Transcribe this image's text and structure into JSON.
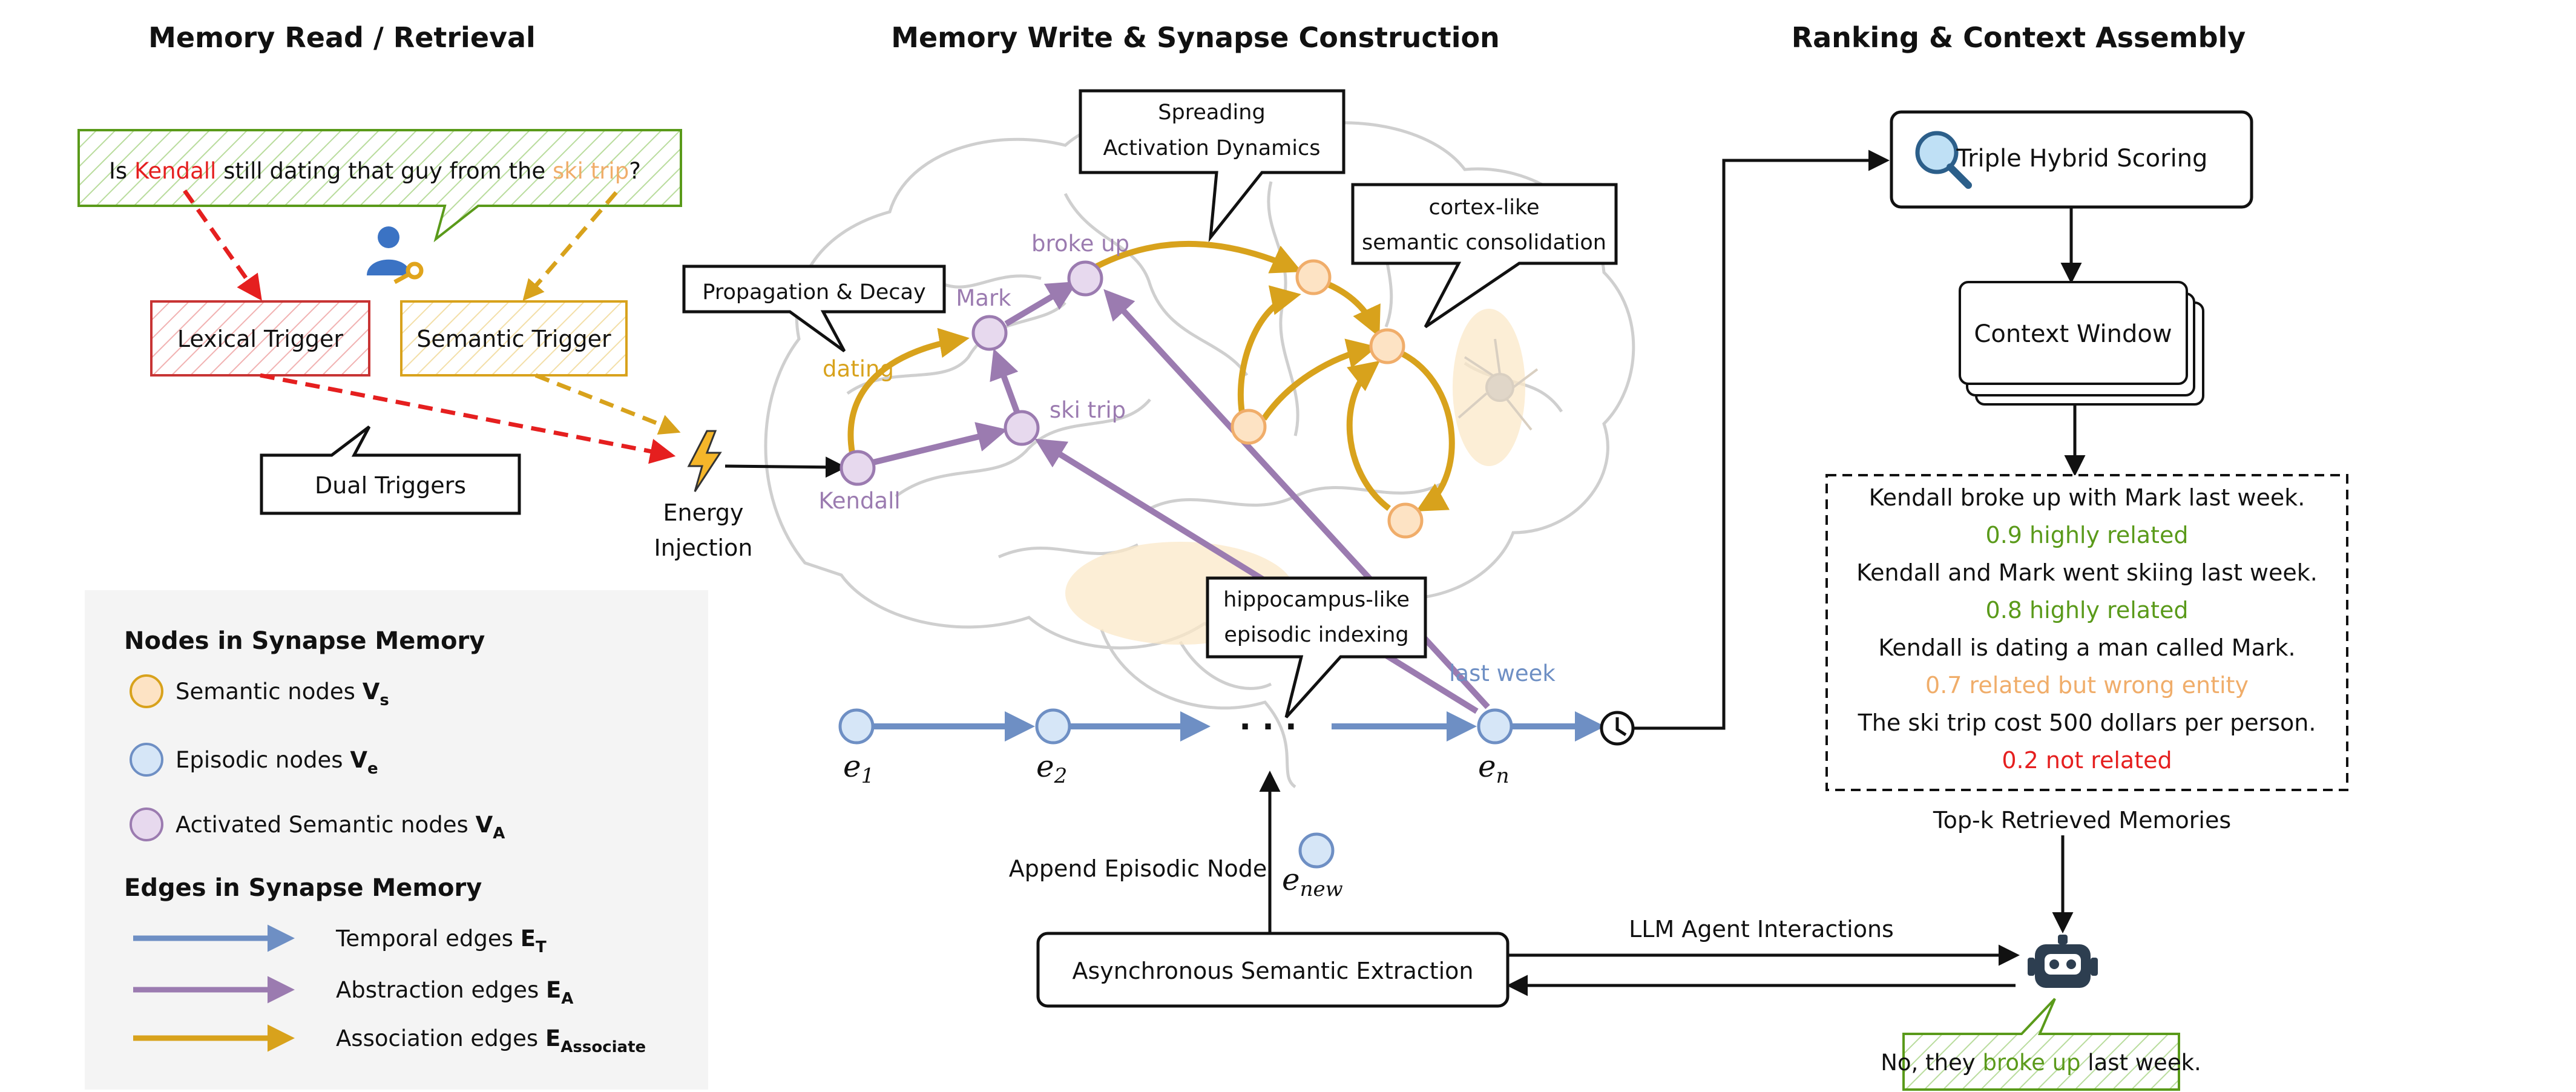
{
  "headers": {
    "read": "Memory Read / Retrieval",
    "write": "Memory Write & Synapse Construction",
    "rank": "Ranking & Context Assembly"
  },
  "query": {
    "pre": "Is ",
    "entity": "Kendall",
    "mid": " still dating that guy from the ",
    "semantic": "ski trip",
    "post": "?"
  },
  "triggers": {
    "lexical": "Lexical Trigger",
    "semantic": "Semantic Trigger",
    "dual": "Dual Triggers",
    "energy_line1": "Energy",
    "energy_line2": "Injection"
  },
  "callouts": {
    "propagation": "Propagation & Decay",
    "spreading_line1": "Spreading",
    "spreading_line2": "Activation Dynamics",
    "cortex_line1": "cortex-like",
    "cortex_line2": "semantic consolidation",
    "hippo_line1": "hippocampus-like",
    "hippo_line2": "episodic indexing"
  },
  "node_labels": {
    "kendall": "Kendall",
    "dating": "dating",
    "mark": "Mark",
    "broke_up": "broke up",
    "ski_trip": "ski trip",
    "last_week": "last week"
  },
  "timeline": {
    "e1": "e",
    "e1_sub": "1",
    "e2": "e",
    "e2_sub": "2",
    "ellipsis": "· · ·",
    "en": "e",
    "en_sub": "n",
    "enew": "e",
    "enew_sub": "new",
    "append": "Append Episodic Node"
  },
  "extraction": {
    "label": "Asynchronous Semantic Extraction"
  },
  "agent": {
    "interactions": "LLM Agent Interactions",
    "answer_pre": "No, they ",
    "answer_highlight": "broke up",
    "answer_post": " last week."
  },
  "ranking": {
    "scoring": "Triple Hybrid Scoring",
    "context": "Context Window",
    "topk": "Top-k Retrieved Memories",
    "memories": [
      {
        "text": "Kendall broke up with Mark last week.",
        "score": "0.9 highly related",
        "color": "#5a9a1a"
      },
      {
        "text": "Kendall and Mark went skiing last week.",
        "score": "0.8 highly related",
        "color": "#5a9a1a"
      },
      {
        "text": "Kendall is dating a man called Mark.",
        "score": "0.7 related but wrong entity",
        "color": "#f0ad6a"
      },
      {
        "text": "The ski trip cost 500 dollars per person.",
        "score": "0.2 not related",
        "color": "#e51f1f"
      }
    ]
  },
  "legend": {
    "nodes_title": "Nodes in Synapse Memory",
    "semantic": "Semantic nodes ",
    "semantic_sym": "V",
    "semantic_sub": "s",
    "episodic": "Episodic nodes ",
    "episodic_sym": "V",
    "episodic_sub": "e",
    "activated": "Activated Semantic nodes ",
    "activated_sym": "V",
    "activated_sub": "A",
    "edges_title": "Edges in Synapse Memory",
    "temporal": "Temporal edges ",
    "temporal_sym": "E",
    "temporal_sub": "T",
    "abstraction": "Abstraction edges ",
    "abstraction_sym": "E",
    "abstraction_sub": "A",
    "association": "Association edges ",
    "association_sym": "E",
    "association_sub": "Associate"
  },
  "colors": {
    "red": "#e51f1f",
    "gold": "#d8a21c",
    "purple": "#9b7bb0",
    "blue": "#6e8fc4",
    "green": "#5a9a1a",
    "orange_light": "#f0ad6a",
    "node_semantic_fill": "#fde3c4",
    "node_episodic_fill": "#d6e6f7",
    "node_activated_fill": "#e7d9ee"
  }
}
